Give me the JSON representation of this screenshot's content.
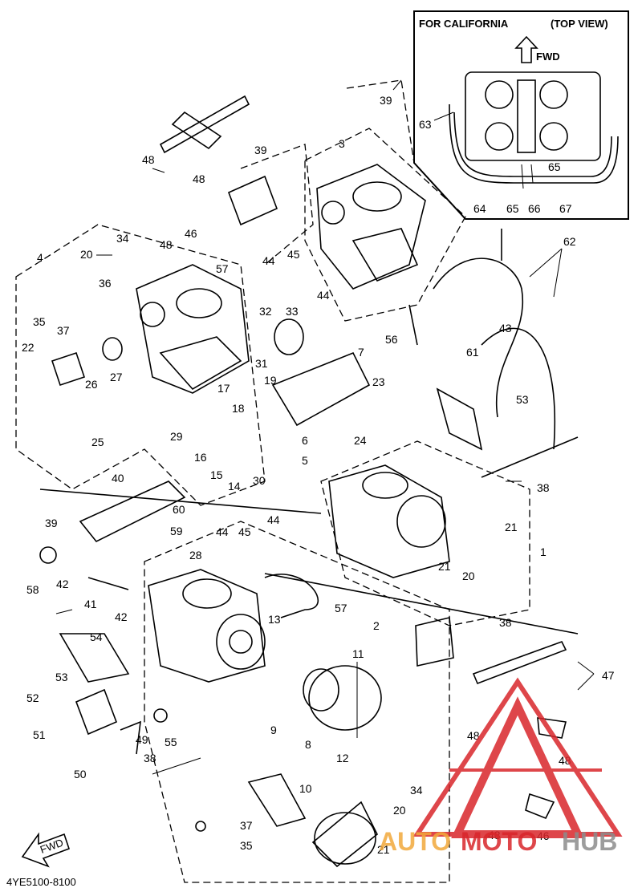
{
  "inset": {
    "title": "FOR CALIFORNIA",
    "view": "(TOP VIEW)",
    "fwd": "FWD"
  },
  "part_code": "4YE5100-8100",
  "fwd_label": "FWD",
  "watermark": {
    "text_auto": "AUTO",
    "text_moto": "MOTO",
    "text_hub": "HUB",
    "color_red": "#d9262b",
    "color_orange": "#f2a93b",
    "color_gray": "#8c8c8c"
  },
  "callouts": [
    "39",
    "48",
    "48",
    "39",
    "48",
    "46",
    "3",
    "4",
    "34",
    "20",
    "36",
    "35",
    "37",
    "57",
    "44",
    "45",
    "44",
    "56",
    "62",
    "63",
    "64",
    "65",
    "66",
    "67",
    "65",
    "22",
    "26",
    "27",
    "32",
    "33",
    "31",
    "19",
    "7",
    "43",
    "61",
    "23",
    "53",
    "17",
    "18",
    "29",
    "25",
    "6",
    "24",
    "16",
    "15",
    "5",
    "14",
    "30",
    "38",
    "40",
    "60",
    "59",
    "39",
    "44",
    "45",
    "44",
    "21",
    "1",
    "28",
    "58",
    "42",
    "41",
    "42",
    "21",
    "20",
    "13",
    "57",
    "54",
    "2",
    "38",
    "53",
    "11",
    "47",
    "52",
    "9",
    "51",
    "49",
    "55",
    "8",
    "12",
    "48",
    "48",
    "50",
    "38",
    "10",
    "34",
    "20",
    "37",
    "21",
    "35",
    "48",
    "46"
  ]
}
